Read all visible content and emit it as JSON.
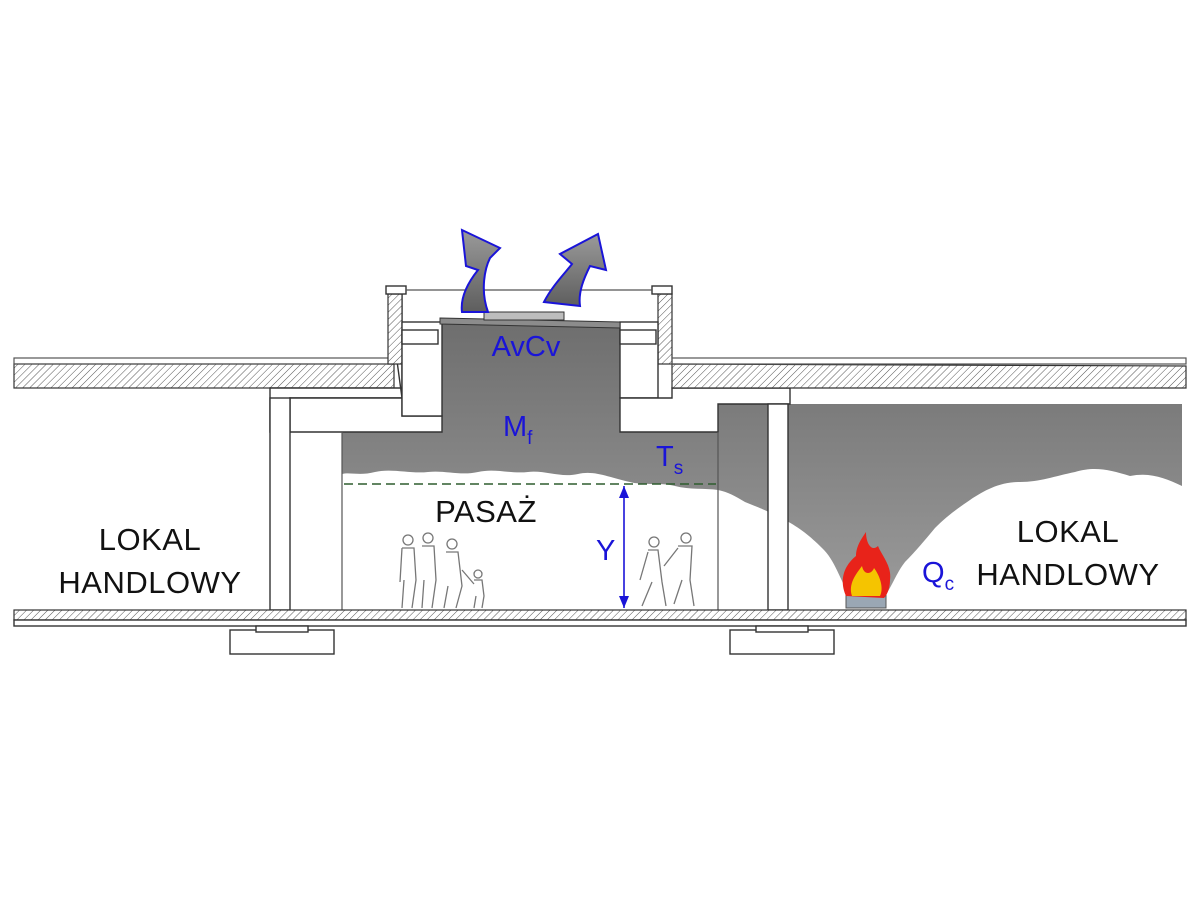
{
  "labels": {
    "left_room_line1": "LOKAL",
    "left_room_line2": "HANDLOWY",
    "right_room_line1": "LOKAL",
    "right_room_line2": "HANDLOWY",
    "passage": "PASAŻ",
    "vent_area": "AvCv",
    "mass_flow_main": "M",
    "mass_flow_sub": "f",
    "smoke_temp_main": "T",
    "smoke_temp_sub": "s",
    "clear_height": "Y",
    "heat_release_main": "Q",
    "heat_release_sub": "c"
  },
  "colors": {
    "smoke": "#707070",
    "annotation_blue": "#1a14d8",
    "arrow_fill": "#7a7a7a",
    "arrow_outline": "#1a14d8",
    "layer_line": "#2f5d2f",
    "flame_outer": "#e8231a",
    "flame_inner": "#f5c400",
    "fire_tray": "#9aa7b4"
  },
  "icons": [
    "exhaust-arrow-icon",
    "fire-icon",
    "people-icon"
  ]
}
